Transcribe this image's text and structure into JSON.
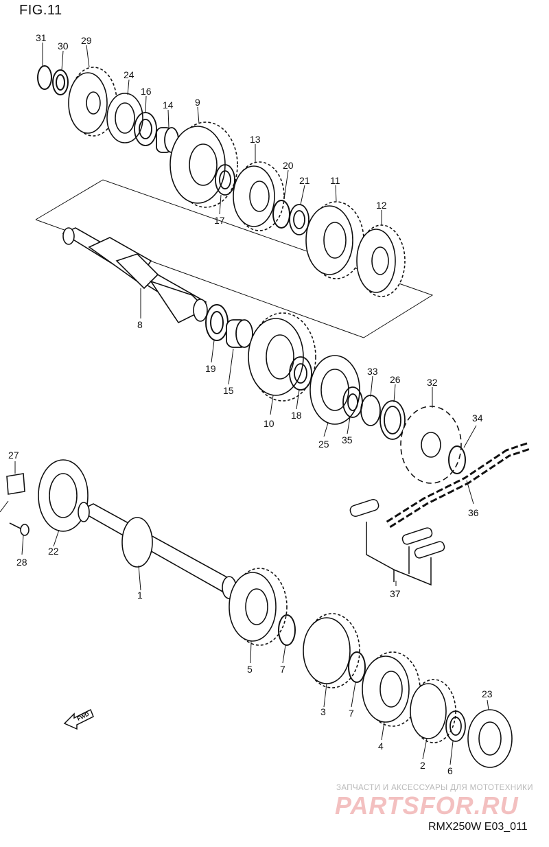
{
  "figure_title": "FIG.11",
  "model_code": "RMX250W E03_011",
  "watermark": {
    "line": "ЗАПЧАСТИ И АКСЕССУАРЫ ДЛЯ МОТОТЕХНИКИ",
    "logo": "PARTSFOR.RU"
  },
  "fwd_label": "FWD",
  "callouts": [
    "31",
    "30",
    "29",
    "24",
    "16",
    "14",
    "9",
    "13",
    "17",
    "20",
    "21",
    "11",
    "12",
    "8",
    "19",
    "15",
    "10",
    "18",
    "25",
    "35",
    "33",
    "26",
    "32",
    "34",
    "36",
    "37",
    "27",
    "22",
    "28",
    "1",
    "5",
    "7",
    "3",
    "7",
    "4",
    "2",
    "6",
    "23"
  ]
}
